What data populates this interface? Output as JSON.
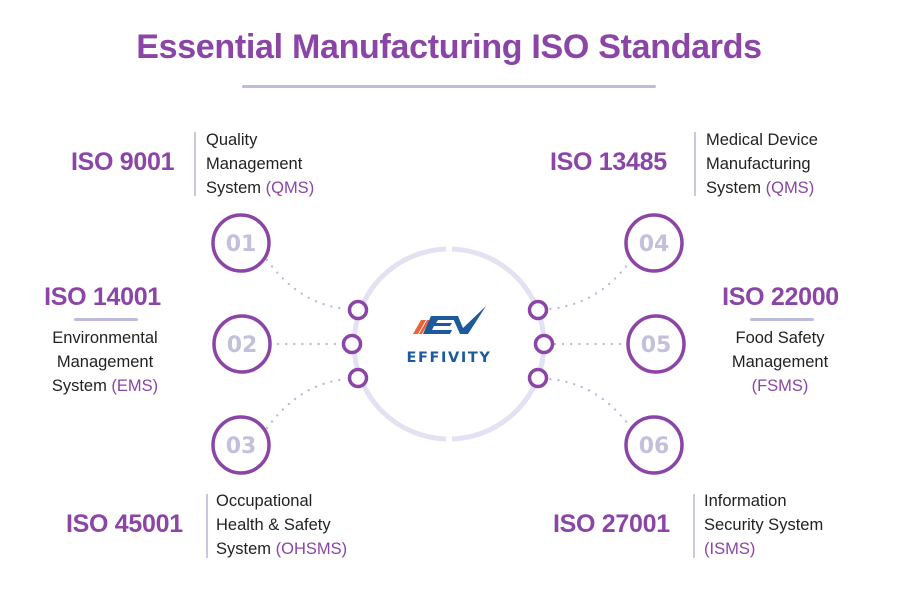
{
  "title": "Essential Manufacturing ISO Standards",
  "colors": {
    "accent": "#8b45a6",
    "divider": "#bdbbd9",
    "number": "#c2c0da",
    "text": "#222222",
    "logo_blue": "#1c5a9c",
    "logo_orange": "#e8623a"
  },
  "logo": {
    "mark": "EV",
    "name": "EFFIVITY"
  },
  "standards": [
    {
      "number": "01",
      "code": "ISO 9001",
      "desc_lines": [
        "Quality",
        "Management"
      ],
      "desc_last": "System ",
      "abbr": "(QMS)"
    },
    {
      "number": "02",
      "code": "ISO 14001",
      "desc_lines": [
        "Environmental",
        "Management"
      ],
      "desc_last": "System ",
      "abbr": "(EMS)"
    },
    {
      "number": "03",
      "code": "ISO 45001",
      "desc_lines": [
        "Occupational",
        "Health & Safety"
      ],
      "desc_last": "System ",
      "abbr": "(OHSMS)"
    },
    {
      "number": "04",
      "code": "ISO 13485",
      "desc_lines": [
        "Medical Device",
        "Manufacturing"
      ],
      "desc_last": "System ",
      "abbr": "(QMS)"
    },
    {
      "number": "05",
      "code": "ISO 22000",
      "desc_lines": [
        "Food Safety",
        "Management"
      ],
      "desc_last": "",
      "abbr": "(FSMS)"
    },
    {
      "number": "06",
      "code": "ISO 27001",
      "desc_lines": [
        "Information",
        "Security System"
      ],
      "desc_last": "",
      "abbr": "(ISMS)"
    }
  ]
}
